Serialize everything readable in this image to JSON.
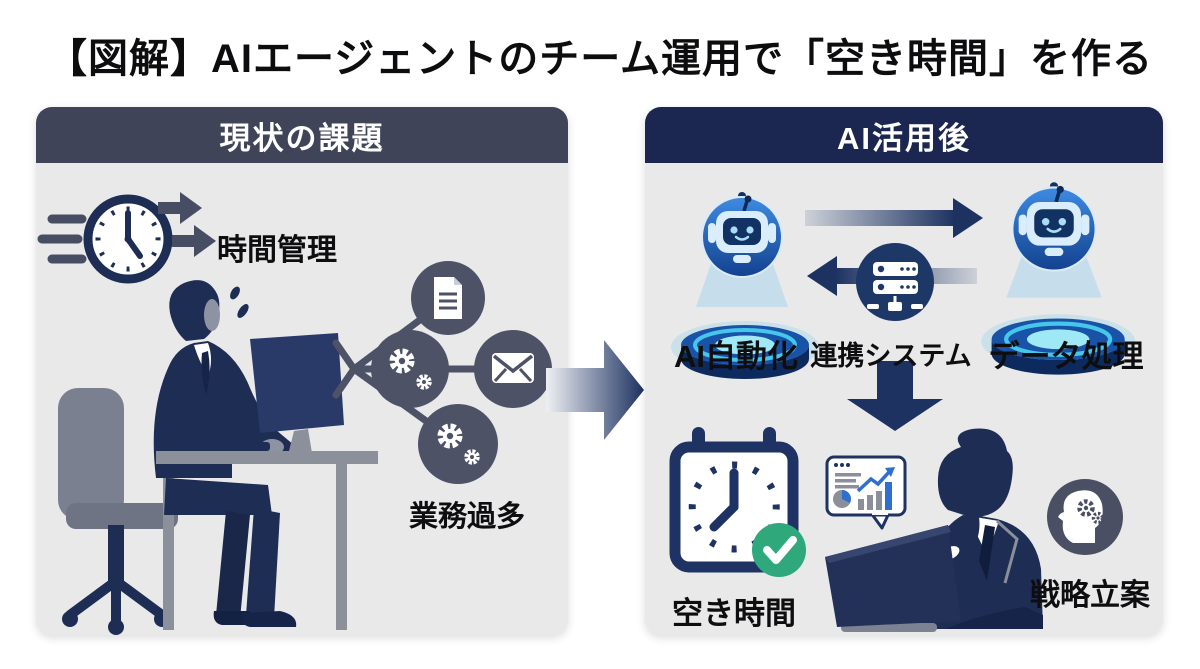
{
  "page": {
    "title": "【図解】AIエージェントのチーム運用で「空き時間」を作る"
  },
  "colors": {
    "navy": "#1e2d54",
    "slate_icon_circle": "#4d5266",
    "left_header_bg": "#3f4458",
    "right_header_bg": "#1b2750",
    "panel_bg": "#e9e9ea",
    "robot_blue": "#2a6fd0",
    "hologram_cyan": "#46c6ea",
    "check_green": "#2fa87c",
    "chart_blue": "#2f6fd0",
    "arrow_navy": "#1d3261"
  },
  "left_panel": {
    "header": "現状の課題",
    "time_label": "時間管理",
    "overload_label": "業務過多",
    "icons": [
      "clock-icon",
      "speed-arrows-icon",
      "businessman-at-desk-illustration",
      "document-icon",
      "gears-icon",
      "mail-icon",
      "gears-icon"
    ]
  },
  "flow_arrow": {
    "icon": "right-arrow-icon"
  },
  "right_panel": {
    "header": "AI活用後",
    "ai_label": "AI自動化",
    "link_label": "連携システム",
    "data_label": "データ処理",
    "free_time_label": "空き時間",
    "strategy_label": "戦略立案",
    "icons": [
      "robot-icon",
      "server-icon",
      "robot-icon",
      "down-arrow-icon",
      "calendar-check-icon",
      "analytics-bubble-icon",
      "thinking-businessman-illustration",
      "strategy-head-icon"
    ]
  }
}
